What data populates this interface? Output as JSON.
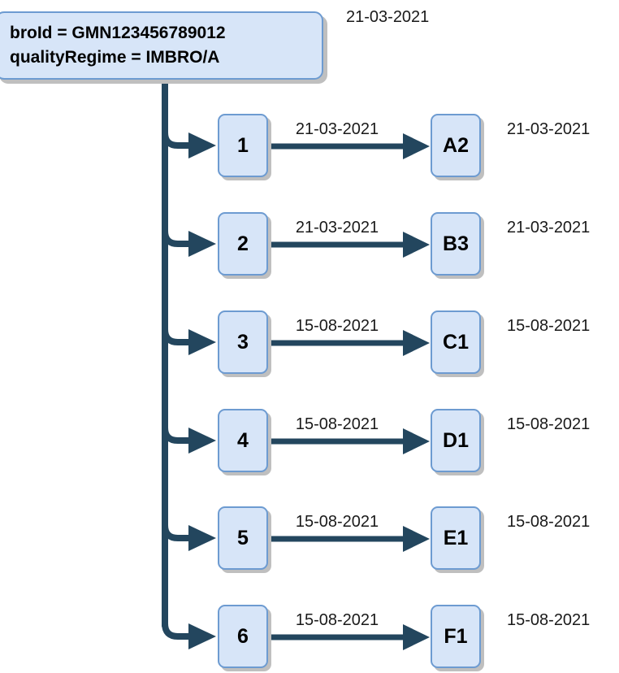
{
  "diagram": {
    "title_date": "21-03-2021",
    "root": {
      "line1": "broId = GMN123456789012",
      "line2": "qualityRegime = IMBRO/A",
      "date": "21-03-2021"
    },
    "colors": {
      "node_fill": "#d7e5f8",
      "node_border": "#6d9bd1",
      "connector": "#23465e",
      "shadow": "#bfbfbf",
      "text": "#000000",
      "background": "#ffffff"
    },
    "rows": [
      {
        "mid_label": "1",
        "edge_date": "21-03-2021",
        "right_label": "A2",
        "right_date": "21-03-2021"
      },
      {
        "mid_label": "2",
        "edge_date": "21-03-2021",
        "right_label": "B3",
        "right_date": "21-03-2021"
      },
      {
        "mid_label": "3",
        "edge_date": "15-08-2021",
        "right_label": "C1",
        "right_date": "15-08-2021"
      },
      {
        "mid_label": "4",
        "edge_date": "15-08-2021",
        "right_label": "D1",
        "right_date": "15-08-2021"
      },
      {
        "mid_label": "5",
        "edge_date": "15-08-2021",
        "right_label": "E1",
        "right_date": "15-08-2021"
      },
      {
        "mid_label": "6",
        "edge_date": "15-08-2021",
        "right_label": "F1",
        "right_date": "15-08-2021"
      }
    ]
  }
}
